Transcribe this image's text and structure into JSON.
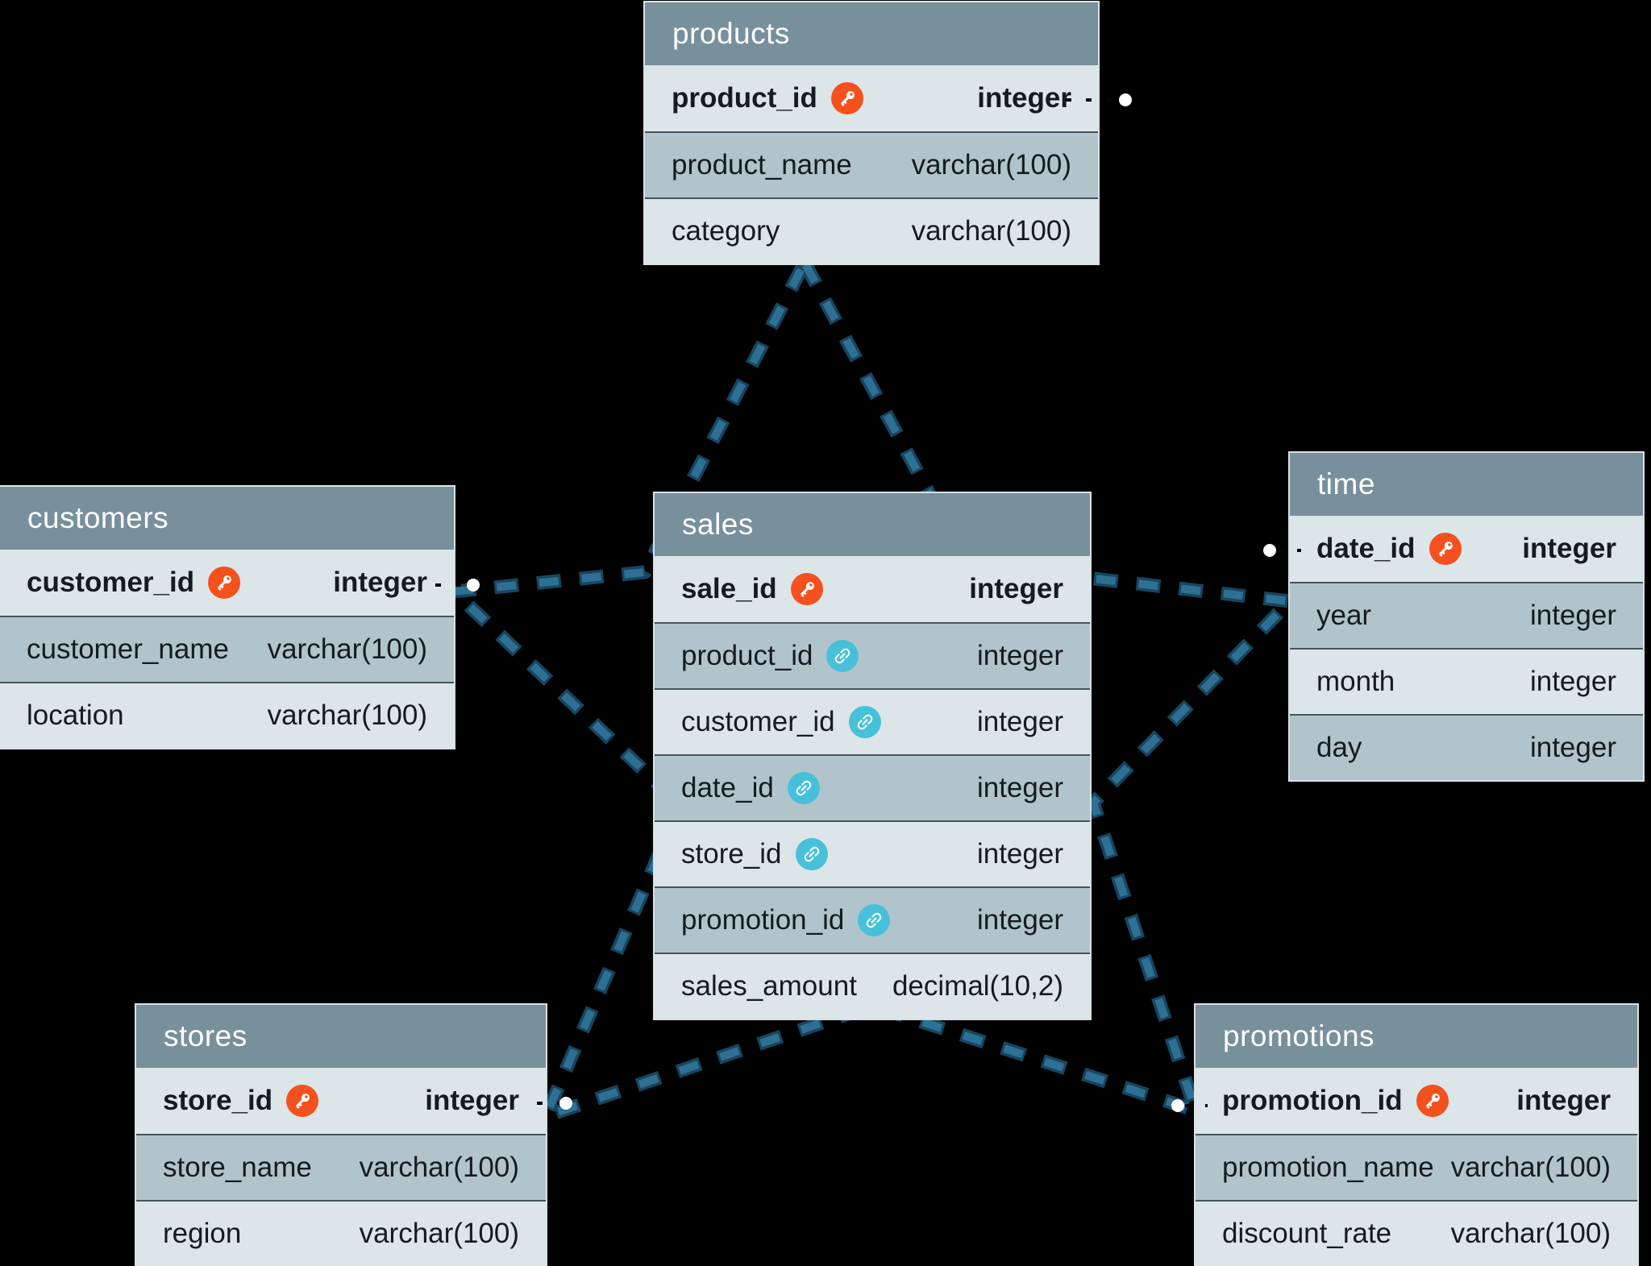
{
  "diagram": {
    "kind": "star-schema-er-diagram",
    "colors": {
      "background": "#000000",
      "table_header": "#78909c",
      "row_light": "#dce5e7",
      "row_dark": "#b1c4cb",
      "primary_key_icon": "#f4511e",
      "foreign_key_icon": "#47c1d9",
      "star_line": "#2e7093",
      "endpoint_dot": "#ffffff"
    },
    "tables": [
      {
        "title": "products",
        "fields": [
          {
            "name": "product_id",
            "type": "integer",
            "key": "primary"
          },
          {
            "name": "product_name",
            "type": "varchar(100)",
            "key": "none"
          },
          {
            "name": "category",
            "type": "varchar(100)",
            "key": "none"
          }
        ]
      },
      {
        "title": "customers",
        "fields": [
          {
            "name": "customer_id",
            "type": "integer",
            "key": "primary"
          },
          {
            "name": "customer_name",
            "type": "varchar(100)",
            "key": "none"
          },
          {
            "name": "location",
            "type": "varchar(100)",
            "key": "none"
          }
        ]
      },
      {
        "title": "sales",
        "fields": [
          {
            "name": "sale_id",
            "type": "integer",
            "key": "primary"
          },
          {
            "name": "product_id",
            "type": "integer",
            "key": "foreign"
          },
          {
            "name": "customer_id",
            "type": "integer",
            "key": "foreign"
          },
          {
            "name": "date_id",
            "type": "integer",
            "key": "foreign"
          },
          {
            "name": "store_id",
            "type": "integer",
            "key": "foreign"
          },
          {
            "name": "promotion_id",
            "type": "integer",
            "key": "foreign"
          },
          {
            "name": "sales_amount",
            "type": "decimal(10,2)",
            "key": "none"
          }
        ]
      },
      {
        "title": "time",
        "fields": [
          {
            "name": "date_id",
            "type": "integer",
            "key": "primary"
          },
          {
            "name": "year",
            "type": "integer",
            "key": "none"
          },
          {
            "name": "month",
            "type": "integer",
            "key": "none"
          },
          {
            "name": "day",
            "type": "integer",
            "key": "none"
          }
        ]
      },
      {
        "title": "stores",
        "fields": [
          {
            "name": "store_id",
            "type": "integer",
            "key": "primary"
          },
          {
            "name": "store_name",
            "type": "varchar(100)",
            "key": "none"
          },
          {
            "name": "region",
            "type": "varchar(100)",
            "key": "none"
          }
        ]
      },
      {
        "title": "promotions",
        "fields": [
          {
            "name": "promotion_id",
            "type": "integer",
            "key": "primary"
          },
          {
            "name": "promotion_name",
            "type": "varchar(100)",
            "key": "none"
          },
          {
            "name": "discount_rate",
            "type": "varchar(100)",
            "key": "none"
          }
        ]
      }
    ],
    "relationships": [
      {
        "from": "sales.product_id",
        "to": "products.product_id"
      },
      {
        "from": "sales.customer_id",
        "to": "customers.customer_id"
      },
      {
        "from": "sales.date_id",
        "to": "time.date_id"
      },
      {
        "from": "sales.store_id",
        "to": "stores.store_id"
      },
      {
        "from": "sales.promotion_id",
        "to": "promotions.promotion_id"
      }
    ]
  }
}
